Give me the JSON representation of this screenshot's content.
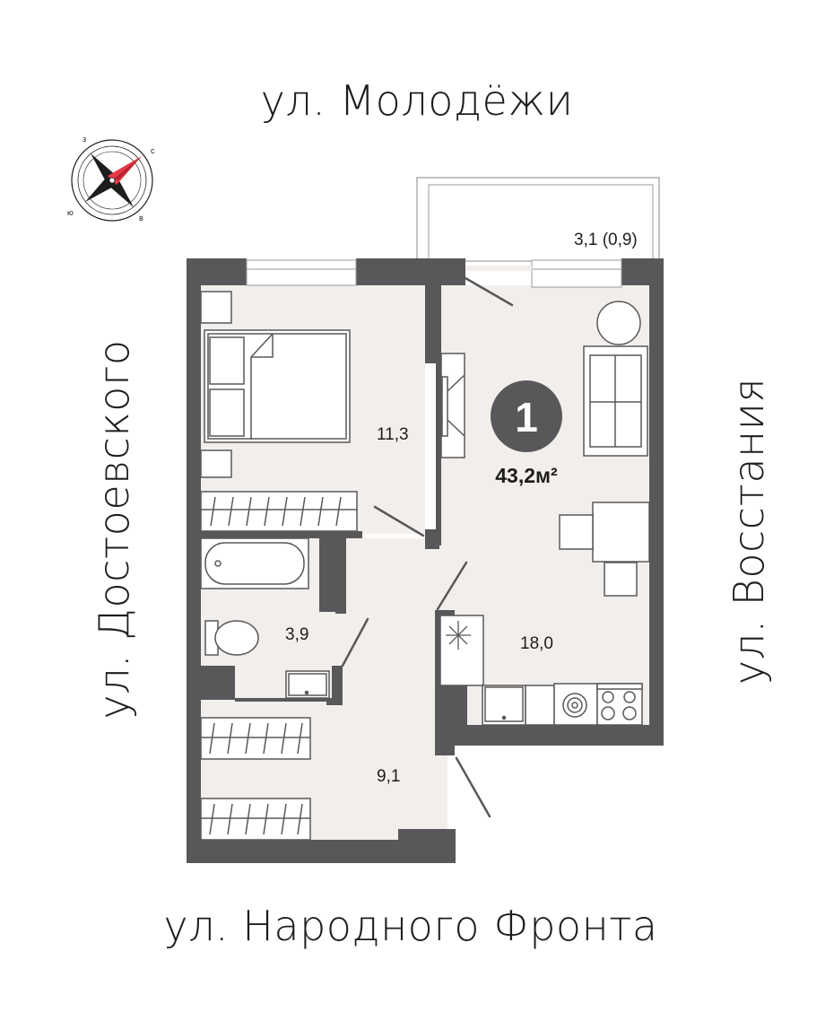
{
  "streets": {
    "top": "ул. Молодёжи",
    "bottom": "ул. Народного Фронта",
    "left": "ул. Достоевского",
    "right": "ул. Восстания"
  },
  "compass": {
    "north": "с",
    "south": "ю",
    "east": "в",
    "west": "з",
    "needle_color": "#e63946"
  },
  "apartment": {
    "rooms_count": "1",
    "total_area": "43,2м²"
  },
  "rooms": {
    "bedroom_area": "11,3",
    "living_kitchen_area": "18,0",
    "bathroom_area": "3,9",
    "hallway_area": "9,1",
    "balcony_area": "3,1 (0,9)"
  },
  "colors": {
    "wall": "#58585a",
    "floor": "#f2eeeb",
    "badge": "#58585a",
    "text": "#1d1d1b"
  }
}
